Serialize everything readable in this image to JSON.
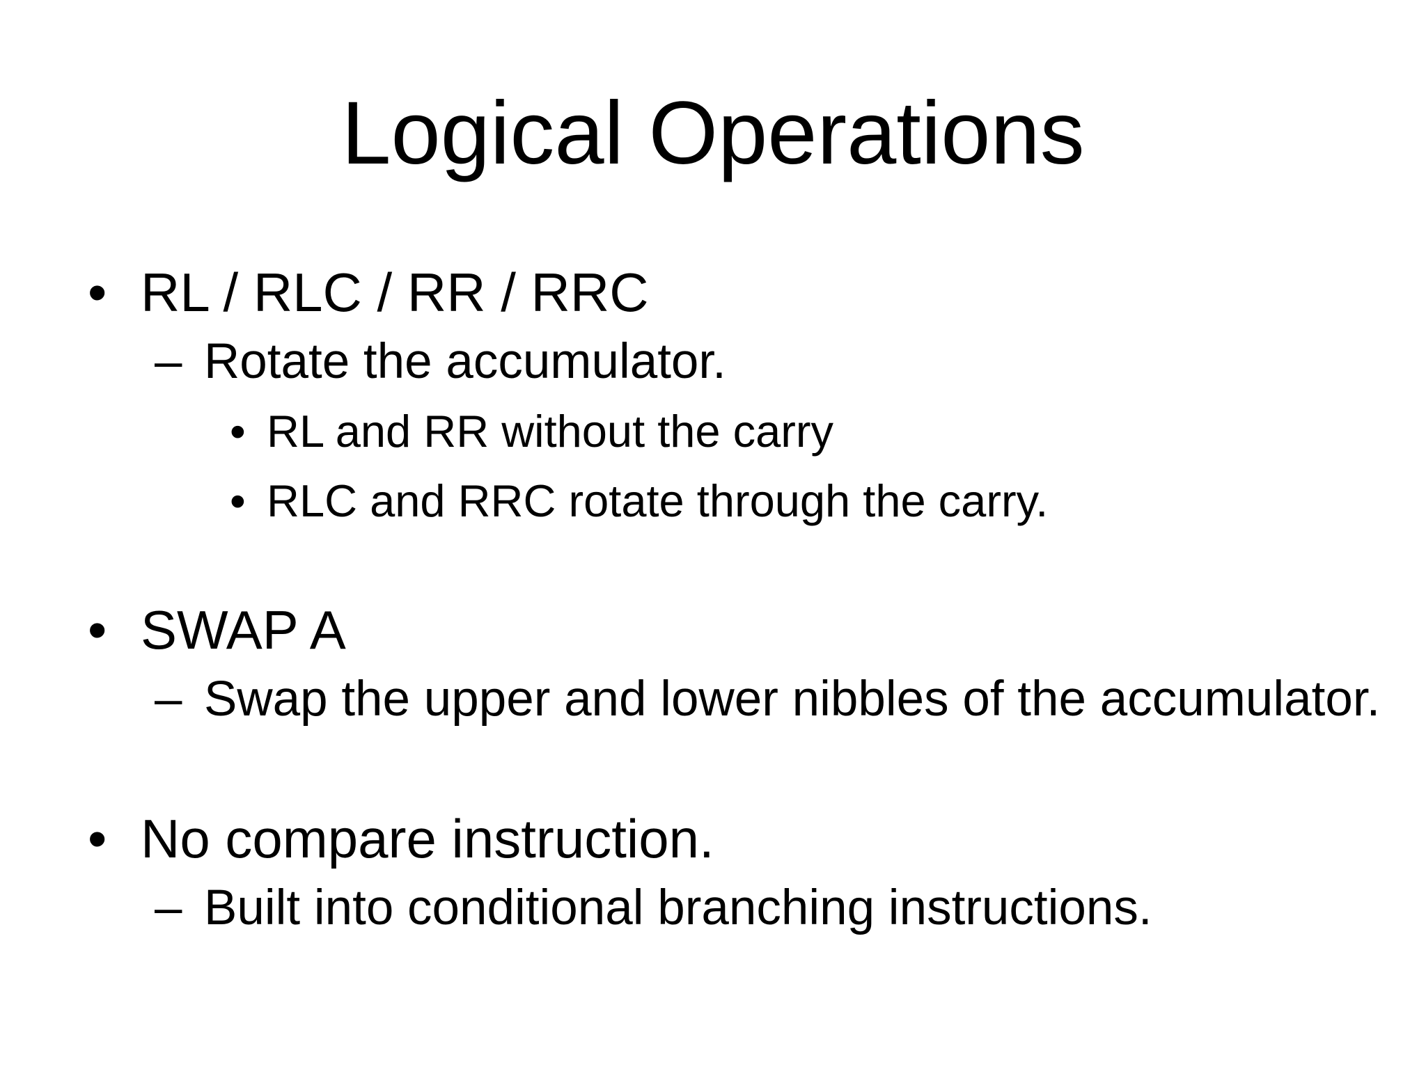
{
  "slide": {
    "title": "Logical Operations",
    "background_color": "#ffffff",
    "text_color": "#000000",
    "bullets": [
      {
        "level": 1,
        "marker": "•",
        "text": "RL / RLC / RR / RRC"
      },
      {
        "level": 2,
        "marker": "–",
        "text": "Rotate the accumulator."
      },
      {
        "level": 3,
        "marker": "•",
        "text": "RL and RR without the carry"
      },
      {
        "level": 3,
        "marker": "•",
        "text": "RLC and RRC rotate through the carry."
      },
      {
        "level": 1,
        "marker": "•",
        "text": "SWAP A"
      },
      {
        "level": 2,
        "marker": "–",
        "text": "Swap the upper and lower nibbles of the accumulator."
      },
      {
        "level": 1,
        "marker": "•",
        "text": "No compare instruction."
      },
      {
        "level": 2,
        "marker": "–",
        "text": "Built into conditional branching instructions."
      }
    ]
  }
}
